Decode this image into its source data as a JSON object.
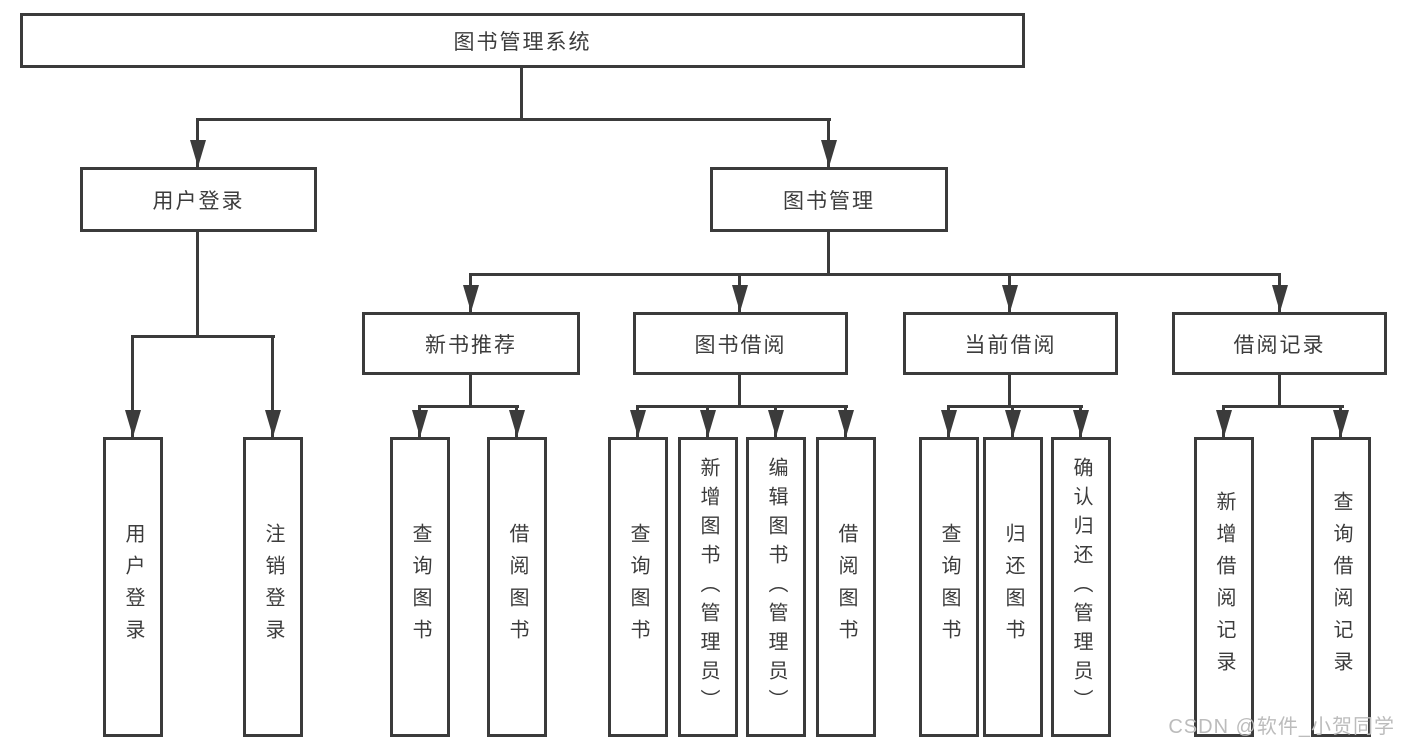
{
  "diagram": {
    "title": "图书管理系统",
    "root": {
      "label": "图书管理系统"
    },
    "branches": {
      "user_login": {
        "label": "用户登录",
        "children": {
          "login": "用户登录",
          "logout": "注销登录"
        }
      },
      "book_mgmt": {
        "label": "图书管理",
        "children": {
          "new_book": {
            "label": "新书推荐",
            "children": {
              "query_books": "查询图书",
              "borrow_books": "借阅图书"
            }
          },
          "book_borrow": {
            "label": "图书借阅",
            "children": {
              "query_books": "查询图书",
              "add_books": "新增图书（管理员）",
              "edit_books": "编辑图书（管理员）",
              "borrow_books": "借阅图书"
            }
          },
          "current_borrow": {
            "label": "当前借阅",
            "children": {
              "query_books": "查询图书",
              "return_books": "归还图书",
              "confirm_return": "确认归还（管理员）"
            }
          },
          "borrow_records": {
            "label": "借阅记录",
            "children": {
              "add_record": "新增借阅记录",
              "query_record": "查询借阅记录"
            }
          }
        }
      }
    }
  },
  "watermark": {
    "text": "CSDN @软件_小贺同学"
  },
  "colors": {
    "line": "#3b3b3b",
    "text": "#3c3c3c",
    "background": "#ffffff",
    "watermark": "#bcbcbc"
  }
}
